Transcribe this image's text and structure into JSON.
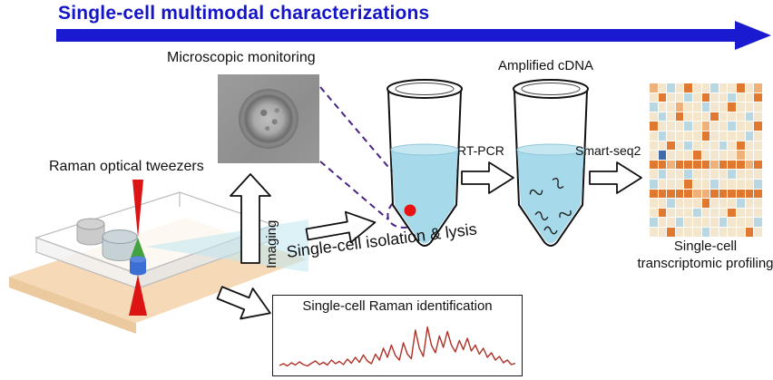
{
  "title": "Single-cell multimodal characterizations",
  "labels": {
    "microscopic_monitoring": "Microscopic monitoring",
    "raman_optical_tweezers": "Raman optical tweezers",
    "imaging": "Imaging",
    "single_cell_isolation": "Single-cell isolation & lysis",
    "amplified_cdna": "Amplified cDNA",
    "rt_pcr": "RT-PCR",
    "smart_seq2": "Smart-seq2",
    "transcriptomic_line1": "Single-cell",
    "transcriptomic_line2": "transcriptomic profiling",
    "raman_identification": "Single-cell Raman identification"
  },
  "icons": {
    "timeline_arrow": "long-right-arrow",
    "imaging_arrow": "up-block-arrow",
    "isolation_arrow": "right-block-arrow",
    "rt_pcr_arrow": "right-block-arrow",
    "smart_seq2_arrow": "right-block-arrow",
    "raman_box_arrow": "down-right-block-arrow"
  },
  "colors": {
    "title_blue": "#1515c8",
    "arrow_blue": "#1a1ad0",
    "laser_red": "#dd1414",
    "focus_green": "#41a23f",
    "lens_blue": "#3b6fd4",
    "beam_cyan": "#bfe8f0",
    "tube_liquid": "#a6d9e9",
    "cell_red": "#e81212",
    "dashed_purple": "#4b2385",
    "platform_tan": "#f6d8b4",
    "spectrum_red": "#b03026"
  },
  "heatmap": {
    "palette": {
      ".": "#f3e6cd",
      "b": "#b9d7e3",
      "o": "#e0782f",
      "s": "#f0b07a",
      "B": "#3e6cab"
    },
    "rows": [
      "s.b.o..b..o.s",
      ".o..b.o..b..o",
      "b..s..b..o...",
      ".b.o...o...b.",
      "o...b.s..b..o",
      ".b....o....b.",
      "..o.b...b.o..",
      ".B...o....s..",
      "oosoooosoooso",
      ".b..b....b...",
      "b...o..b....b",
      "ooooossoooooo",
      "..b...o...b..",
      ".o...b...o...",
      "b..b....b...b",
      "..o...b....o."
    ]
  },
  "spectrum": {
    "color": "#b03026",
    "values": [
      10,
      14,
      9,
      16,
      11,
      18,
      12,
      9,
      15,
      20,
      12,
      17,
      11,
      22,
      14,
      19,
      12,
      24,
      15,
      28,
      17,
      33,
      20,
      14,
      35,
      22,
      48,
      28,
      55,
      32,
      22,
      60,
      35,
      25,
      88,
      48,
      30,
      95,
      55,
      38,
      75,
      50,
      85,
      55,
      40,
      65,
      45,
      70,
      42,
      55,
      35,
      48,
      28,
      38,
      22,
      30,
      16,
      22,
      12,
      15
    ]
  }
}
